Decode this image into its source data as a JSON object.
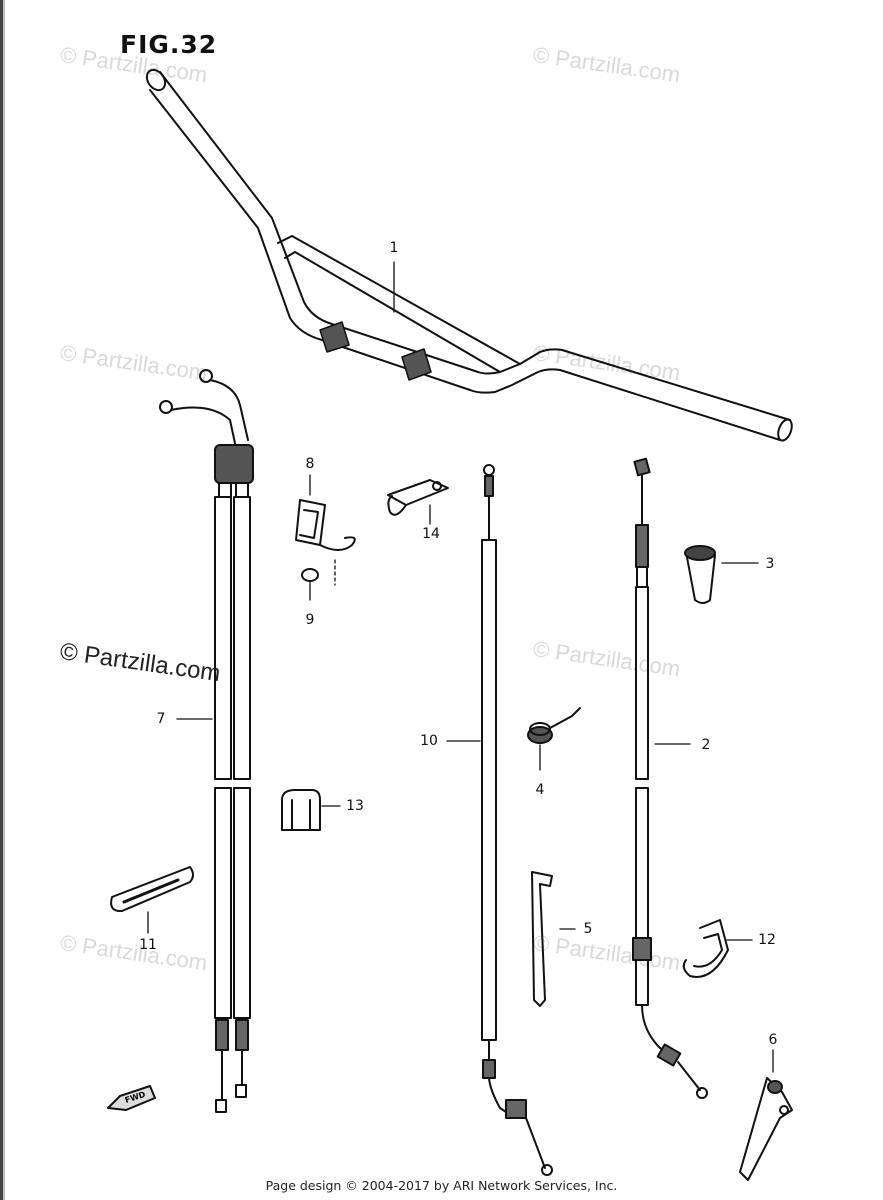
{
  "figure": {
    "title": "FIG.32"
  },
  "watermark": {
    "text": "© Partzilla.com"
  },
  "callouts": {
    "c1": "1",
    "c2": "2",
    "c3": "3",
    "c4": "4",
    "c5": "5",
    "c6": "6",
    "c7": "7",
    "c8": "8",
    "c9": "9",
    "c10": "10",
    "c11": "11",
    "c12": "12",
    "c13": "13",
    "c14": "14"
  },
  "fwd_label": "FWD",
  "footer": {
    "text": "Page design © 2004-2017 by ARI Network Services, Inc."
  },
  "colors": {
    "line": "#111111",
    "watermark": "#8c8c8c",
    "background": "#ffffff"
  }
}
